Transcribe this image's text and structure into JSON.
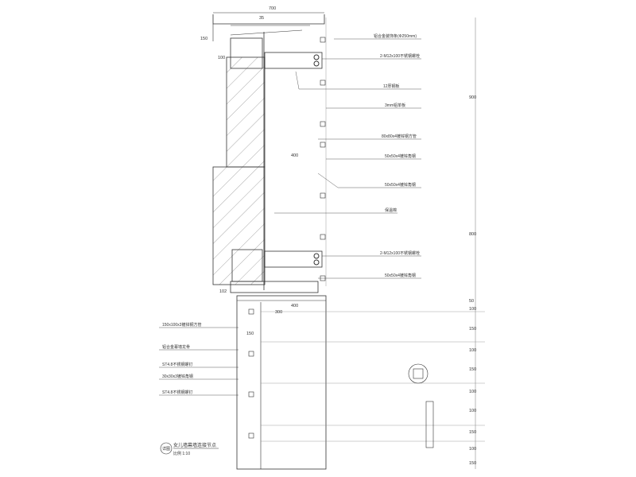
{
  "dims_top": [
    "700",
    "35",
    "150",
    "100"
  ],
  "dims_mid": [
    "400",
    "400",
    "300",
    "150",
    "102"
  ],
  "dims_right_upper": [
    "900",
    "800"
  ],
  "dims_right_lower": [
    "50",
    "100",
    "150",
    "100",
    "150",
    "100",
    "100",
    "150",
    "100",
    "150"
  ],
  "callouts_right": [
    "铝合金装饰条(Φ250mm)",
    "2-M12x100不锈钢螺栓",
    "12厚钢板",
    "3mm铝单板",
    "80x80x4镀锌钢方管",
    "50x50x4镀锌角钢",
    "50x50x4镀锌角钢",
    "保温棉",
    "2-M12x100不锈钢螺栓",
    "50x50x4镀锌角钢"
  ],
  "callouts_left": [
    "150x100x3镀锌钢方管",
    "铝合金幕墙龙骨",
    "ST4.8不锈钢螺钉",
    "30x30x3镀锌角钢",
    "ST4.8不锈钢螺钉"
  ],
  "detail_title": "女儿墙幕墙连接节点",
  "detail_scale": "比例 1:10",
  "detail_tag": "详图"
}
